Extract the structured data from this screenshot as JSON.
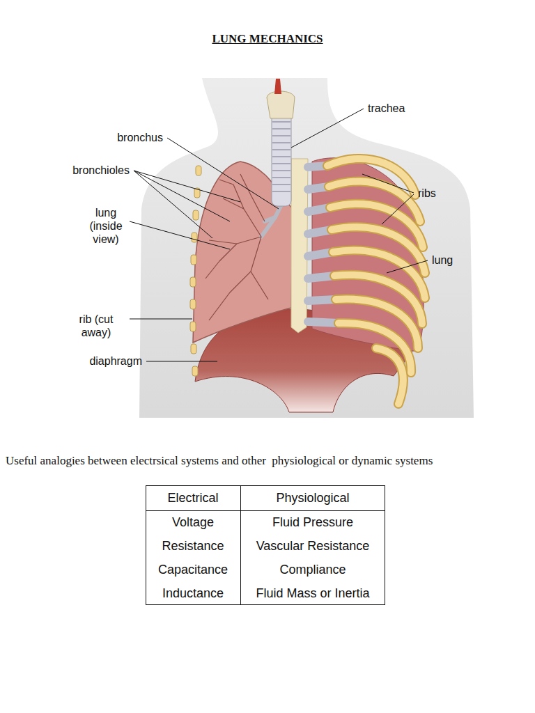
{
  "diagram": {
    "title": "LUNG MECHANICS",
    "labels": [
      "trachea",
      "bronchus",
      "bronchioles",
      "ribs",
      "lung (inside view)",
      "lung",
      "rib (cut away)",
      "diaphragm",
      "Useful analogies between electrsical systems and other  physiological or dynamic systems",
      "Electrical",
      "Physiological",
      "Voltage",
      "Fluid Pressure",
      "Resistance",
      "Vascular Resistance",
      "Capacitance",
      "Compliance",
      "Inductance",
      "Fluid Mass or Inertia"
    ]
  }
}
